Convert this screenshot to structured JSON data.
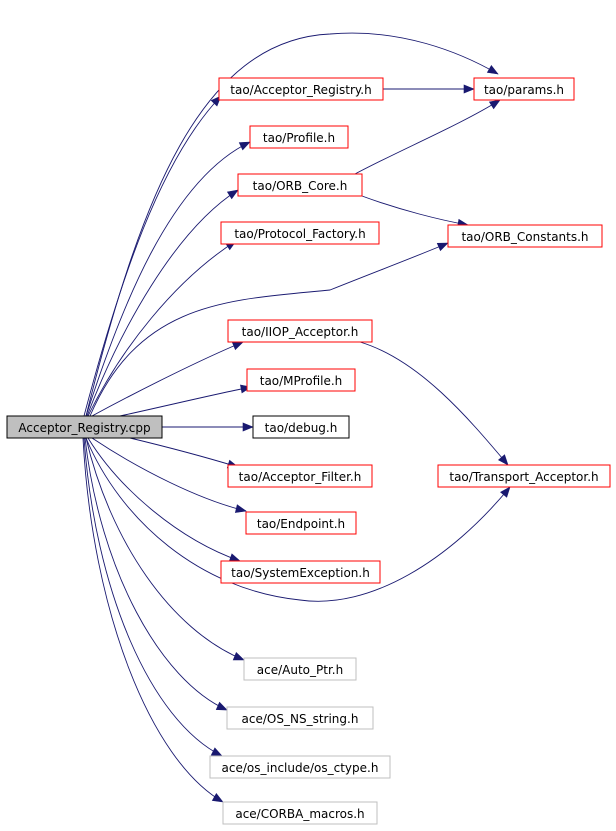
{
  "colors": {
    "edge": "#191970",
    "node_red": "#ff0000",
    "node_black": "#000000",
    "node_grey": "#bfbfbf",
    "root_fill": "#bfbfbf",
    "background": "#ffffff"
  },
  "nodes": {
    "root": {
      "label": "Acceptor_Registry.cpp",
      "style": "root"
    },
    "acceptor_registry_h": {
      "label": "tao/Acceptor_Registry.h",
      "style": "red"
    },
    "params_h": {
      "label": "tao/params.h",
      "style": "red"
    },
    "profile_h": {
      "label": "tao/Profile.h",
      "style": "red"
    },
    "orb_core_h": {
      "label": "tao/ORB_Core.h",
      "style": "red"
    },
    "protocol_factory_h": {
      "label": "tao/Protocol_Factory.h",
      "style": "red"
    },
    "orb_constants_h": {
      "label": "tao/ORB_Constants.h",
      "style": "red"
    },
    "iiop_acceptor_h": {
      "label": "tao/IIOP_Acceptor.h",
      "style": "red"
    },
    "mprofile_h": {
      "label": "tao/MProfile.h",
      "style": "red"
    },
    "debug_h": {
      "label": "tao/debug.h",
      "style": "black"
    },
    "acceptor_filter_h": {
      "label": "tao/Acceptor_Filter.h",
      "style": "red"
    },
    "transport_acceptor_h": {
      "label": "tao/Transport_Acceptor.h",
      "style": "red"
    },
    "endpoint_h": {
      "label": "tao/Endpoint.h",
      "style": "red"
    },
    "system_exception_h": {
      "label": "tao/SystemException.h",
      "style": "red"
    },
    "auto_ptr_h": {
      "label": "ace/Auto_Ptr.h",
      "style": "grey"
    },
    "os_ns_string_h": {
      "label": "ace/OS_NS_string.h",
      "style": "grey"
    },
    "os_ctype_h": {
      "label": "ace/os_include/os_ctype.h",
      "style": "grey"
    },
    "corba_macros_h": {
      "label": "ace/CORBA_macros.h",
      "style": "grey"
    }
  },
  "edges": [
    [
      "root",
      "params_h"
    ],
    [
      "root",
      "acceptor_registry_h"
    ],
    [
      "root",
      "profile_h"
    ],
    [
      "root",
      "orb_core_h"
    ],
    [
      "root",
      "protocol_factory_h"
    ],
    [
      "root",
      "orb_constants_h"
    ],
    [
      "root",
      "iiop_acceptor_h"
    ],
    [
      "root",
      "mprofile_h"
    ],
    [
      "root",
      "debug_h"
    ],
    [
      "root",
      "acceptor_filter_h"
    ],
    [
      "root",
      "endpoint_h"
    ],
    [
      "root",
      "system_exception_h"
    ],
    [
      "root",
      "transport_acceptor_h"
    ],
    [
      "root",
      "auto_ptr_h"
    ],
    [
      "root",
      "os_ns_string_h"
    ],
    [
      "root",
      "os_ctype_h"
    ],
    [
      "root",
      "corba_macros_h"
    ],
    [
      "acceptor_registry_h",
      "params_h"
    ],
    [
      "orb_core_h",
      "params_h"
    ],
    [
      "orb_core_h",
      "orb_constants_h"
    ],
    [
      "iiop_acceptor_h",
      "transport_acceptor_h"
    ]
  ]
}
